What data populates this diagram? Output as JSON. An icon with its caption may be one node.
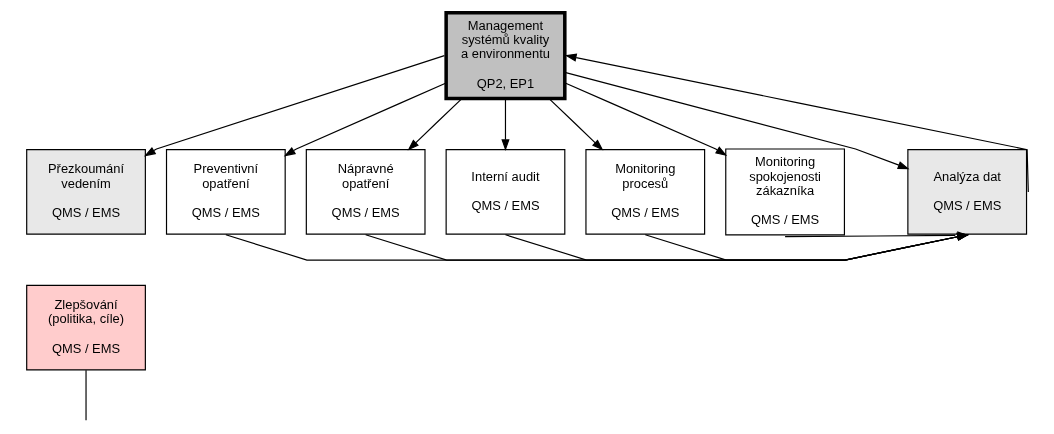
{
  "diagram": {
    "nodes": [
      {
        "text": [
          "Management systémů kvality a environmentu",
          "QP2, EP1"
        ]
      },
      {
        "text": [
          "Přezkoumání vedením",
          "QMS / EMS"
        ]
      },
      {
        "text": [
          "Zlepšování (politika, cíle)",
          "QMS / EMS"
        ]
      },
      {
        "text": [
          "Preventivní opatření",
          "QMS / EMS"
        ]
      },
      {
        "text": [
          "Nápravné opatření",
          "QMS / EMS"
        ]
      },
      {
        "text": [
          "Interní audit",
          "QMS / EMS"
        ]
      },
      {
        "text": [
          "Monitoring procesů",
          "QMS / EMS"
        ]
      },
      {
        "text": [
          "Monitoring spokojenosti zákazníka",
          "QMS / EMS"
        ]
      },
      {
        "text": [
          "Analýza dat",
          "QMS / EMS"
        ]
      }
    ],
    "edges": [
      {
        "from": 0,
        "to": 1,
        "arrow": "to"
      },
      {
        "from": 0,
        "to": 3,
        "arrow": "to"
      },
      {
        "from": 0,
        "to": 4,
        "arrow": "to"
      },
      {
        "from": 0,
        "to": 5,
        "arrow": "to"
      },
      {
        "from": 0,
        "to": 6,
        "arrow": "to"
      },
      {
        "from": 0,
        "to": 7,
        "arrow": "to"
      },
      {
        "from": 0,
        "to": 8,
        "arrow": "to"
      },
      {
        "from": 3,
        "to": 8,
        "arrow": "to"
      },
      {
        "from": 4,
        "to": 8,
        "arrow": "to"
      },
      {
        "from": 5,
        "to": 8,
        "arrow": "to"
      },
      {
        "from": 6,
        "to": 8,
        "arrow": "to"
      },
      {
        "from": 7,
        "to": 8,
        "arrow": "to"
      },
      {
        "from": 8,
        "to": 0,
        "arrow": "to"
      },
      {
        "from": 2,
        "to": null,
        "arrow": "none"
      }
    ]
  }
}
